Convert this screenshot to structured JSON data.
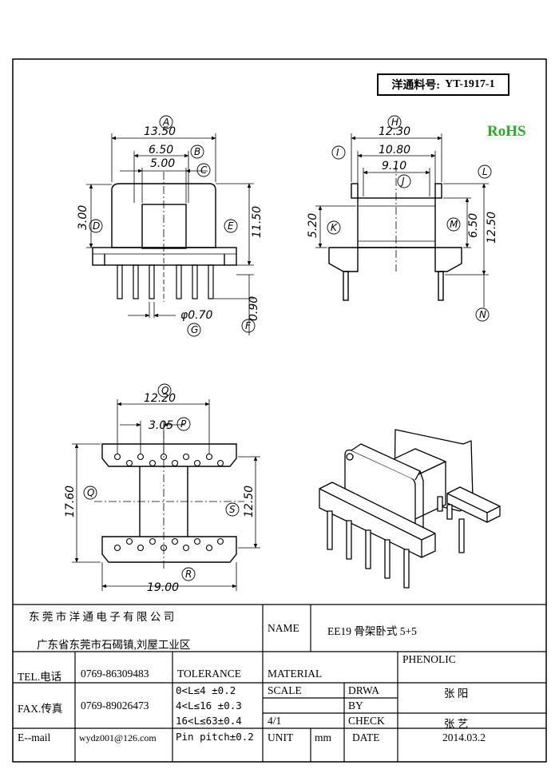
{
  "part_number": {
    "label": "洋通料号:",
    "value": "YT-1917-1"
  },
  "rohs": "RoHS",
  "drawing": {
    "front_view": {
      "dims": {
        "a": "13.50",
        "b": "6.50",
        "c": "5.00",
        "d": "3.00",
        "e": "11.50",
        "f": "0.90",
        "g": "φ0.70"
      },
      "callouts": [
        "A",
        "B",
        "C",
        "D",
        "E",
        "F",
        "G"
      ]
    },
    "side_view": {
      "dims": {
        "h": "12.30",
        "i": "10.80",
        "j": "9.10",
        "k": "5.20",
        "m": "6.50",
        "l": "12.50"
      },
      "callouts": [
        "H",
        "I",
        "J",
        "K",
        "L",
        "M",
        "N"
      ]
    },
    "bottom_view": {
      "dims": {
        "o": "12.20",
        "p": "3.05",
        "q": "17.60",
        "s": "12.50",
        "r": "19.00"
      },
      "callouts": [
        "O",
        "P",
        "Q",
        "R",
        "S"
      ]
    }
  },
  "title_block": {
    "company": "东 莞 市 洋 通 电 子 有 限 公 司",
    "address": "广东省东莞市石碣镇,刘屋工业区",
    "name_label": "NAME",
    "name_value": "EE19 骨架卧式 5+5",
    "tel_label": "TEL.电话",
    "tel_value": "0769-86309483",
    "fax_label": "FAX.传真",
    "fax_value": "0769-89026473",
    "email_label": "E--mail",
    "email_value": "wydz001@126.com",
    "tolerance_label": "TOLERANCE",
    "tolerance_rows": [
      "0<L≤4  ±0.2",
      "4<L≤16 ±0.3",
      "16<L≤63±0.4",
      "Pin pitch±0.2"
    ],
    "material_label": "MATERIAL",
    "material_value": "PHENOLIC",
    "scale_label": "SCALE",
    "scale_value": "4/1",
    "drawn_label_1": "DRWA",
    "drawn_label_2": "BY",
    "drawn_value": "张 阳",
    "check_label": "CHECK",
    "check_value": "张 艺",
    "unit_label": "UNIT",
    "unit_value": "mm",
    "date_label": "DATE",
    "date_value": "2014.03.2"
  }
}
